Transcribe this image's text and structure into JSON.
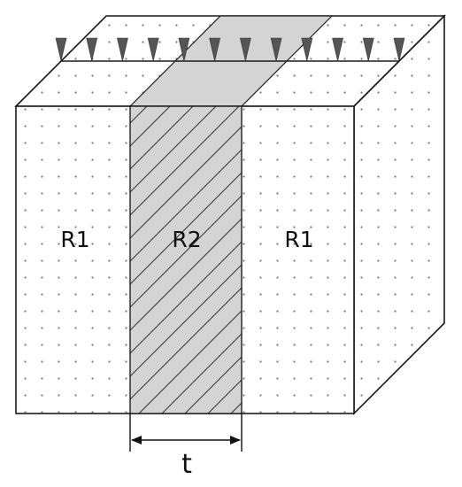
{
  "labels": {
    "region_left": "R1",
    "region_middle": "R2",
    "region_right": "R1",
    "thickness": "t"
  },
  "colors": {
    "outline": "#1a1a1a",
    "band_fill": "#d4d4d4",
    "hatch": "#3a3a3a",
    "dots": "#777777",
    "load_arrow": "#555555",
    "background": "#ffffff"
  },
  "load_arrow_count": 12
}
